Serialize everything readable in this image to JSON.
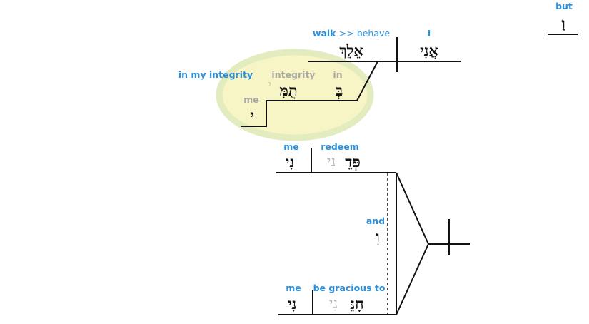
{
  "conjunction_top": {
    "gloss": "but",
    "hebrew": "וַ"
  },
  "clause1": {
    "subject": {
      "gloss": "I",
      "hebrew": "אֲנִי"
    },
    "verb": {
      "gloss": "walk",
      "gloss_alt": ">> behave",
      "hebrew": "אֵלֵךְ"
    },
    "phrase": {
      "gloss": "in my integrity",
      "preposition": {
        "gloss": "in",
        "hebrew": "בְּ"
      },
      "object": {
        "gloss": "integrity",
        "hebrew": "תֻמִּ",
        "suffix": "י"
      },
      "possessor": {
        "gloss": "me",
        "hebrew": "י"
      }
    },
    "highlight_color": "#f7f5c6"
  },
  "clause2": {
    "verb_top": {
      "gloss": "redeem",
      "hebrew": "פְּדֵ",
      "suffix": "נִי"
    },
    "object_top": {
      "gloss": "me",
      "hebrew": "נִי"
    },
    "conjunction": {
      "gloss": "and",
      "hebrew": "וְ"
    },
    "verb_bottom": {
      "gloss": "be gracious to",
      "hebrew": "חָנֵּ",
      "suffix": "נִי"
    },
    "object_bottom": {
      "gloss": "me",
      "hebrew": "נִי"
    }
  }
}
